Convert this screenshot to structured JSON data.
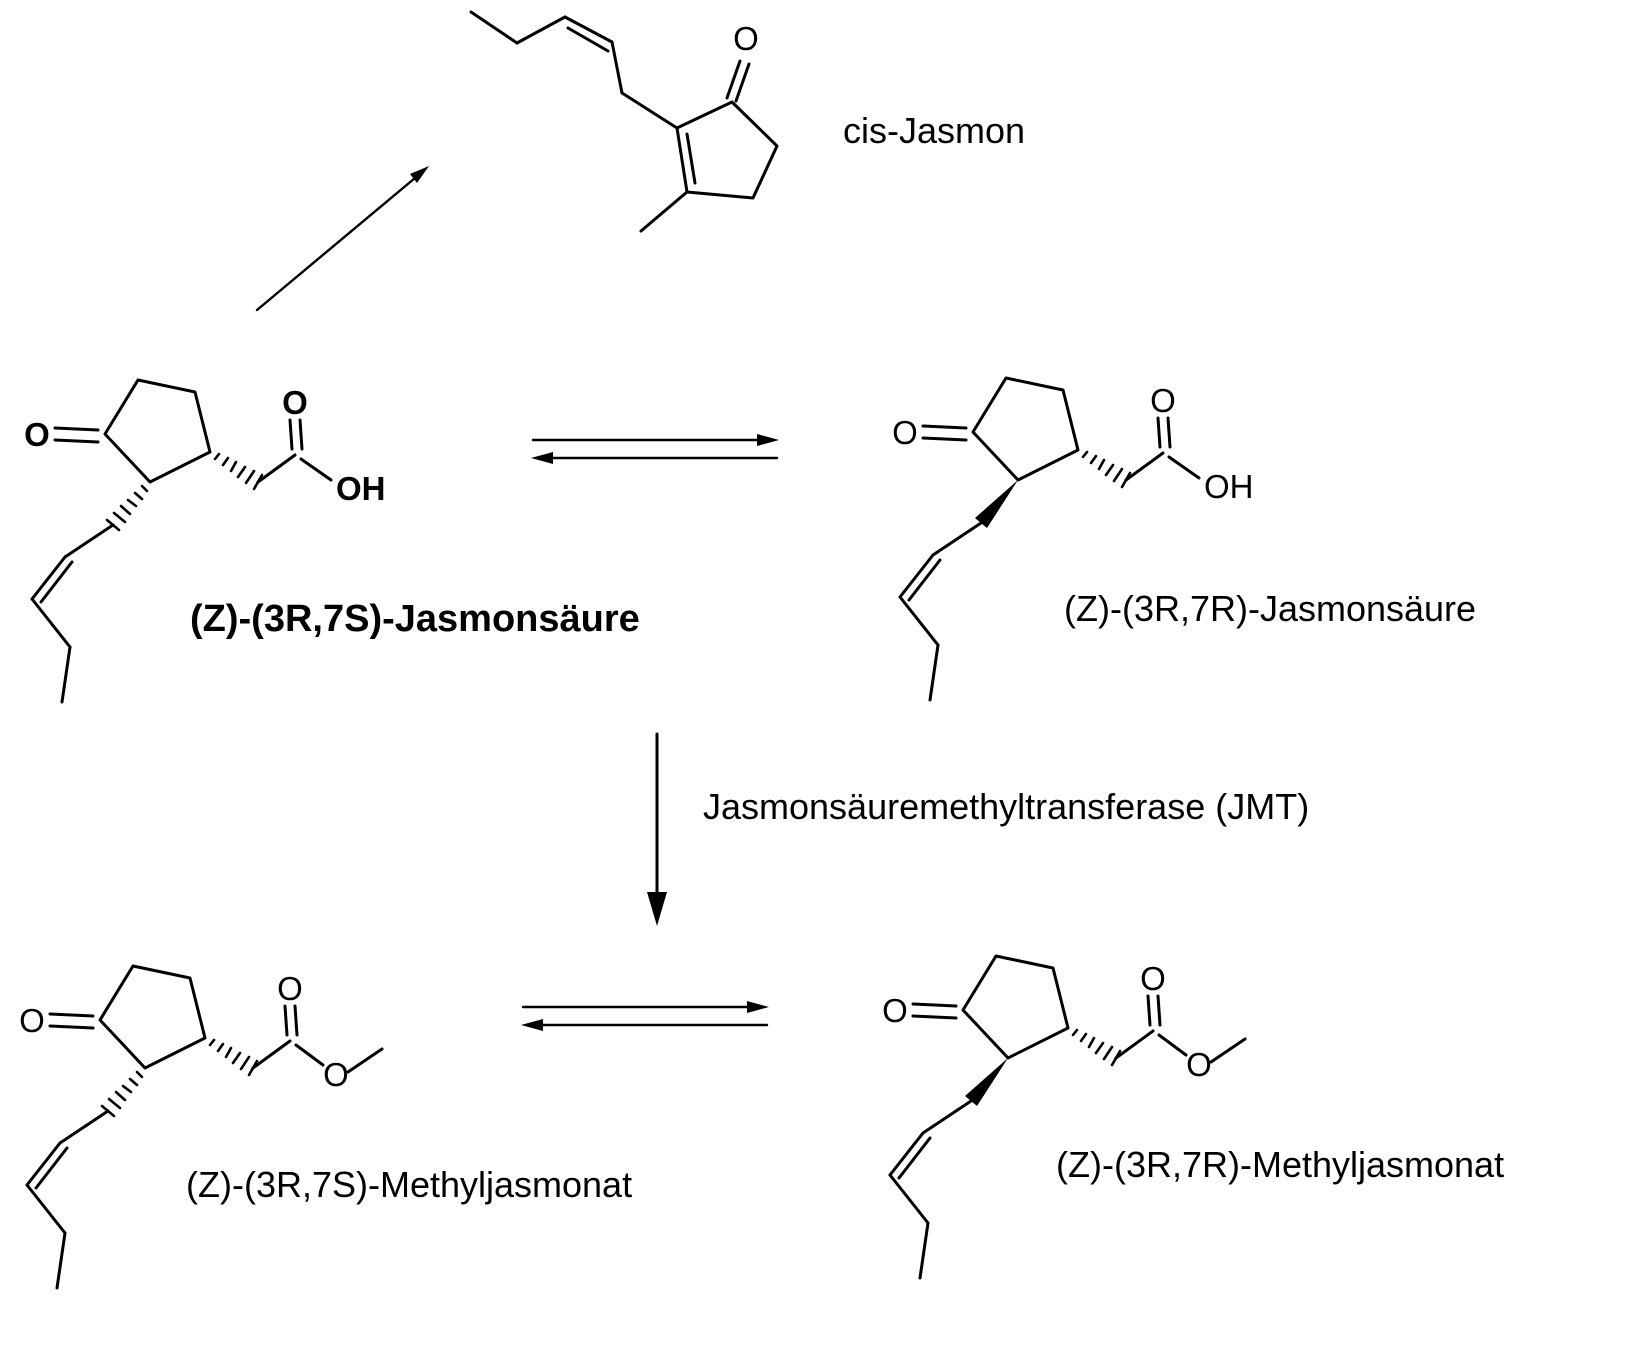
{
  "labels": {
    "cis_jasmon": "cis-Jasmon",
    "acid_7s": "(Z)-(3R,7S)-Jasmonsäure",
    "acid_7r": "(Z)-(3R,7R)-Jasmonsäure",
    "enzyme": "Jasmonsäuremethyltransferase (JMT)",
    "ester_7s": "(Z)-(3R,7S)-Methyljasmonat",
    "ester_7r": "(Z)-(3R,7R)-Methyljasmonat"
  },
  "atoms": {
    "o": "O",
    "oh": "OH"
  },
  "colors": {
    "line": "#000000",
    "background": "#ffffff"
  }
}
